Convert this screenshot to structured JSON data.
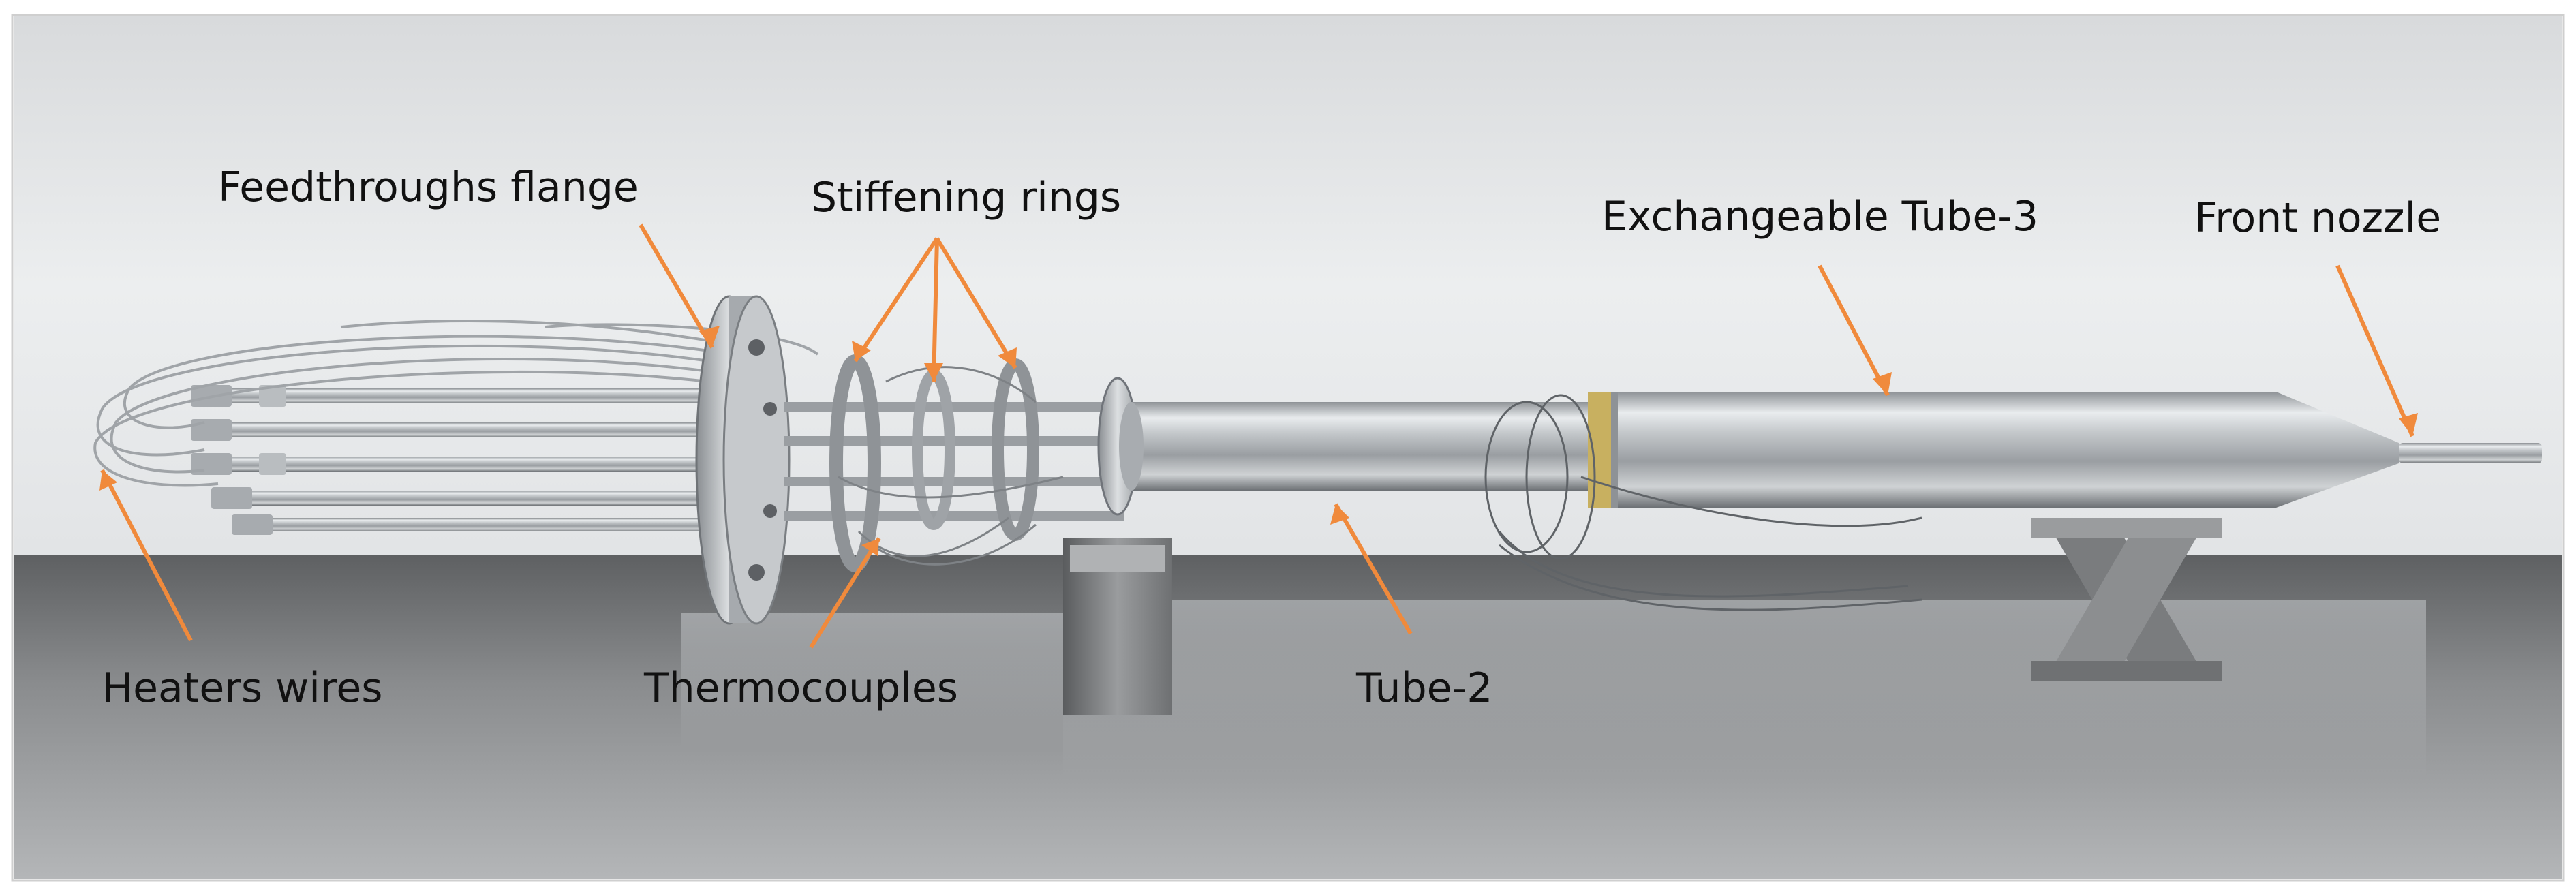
{
  "colors": {
    "leader_line": "#f08a3c",
    "wall": "#e4e6e8",
    "floor": "#7a7c7e",
    "steel": "#b8bcc0"
  },
  "labels": {
    "feedthroughs_flange": "Feedthroughs flange",
    "stiffening_rings": "Stiffening rings",
    "exchangeable_tube_3": "Exchangeable Tube-3",
    "front_nozzle": "Front nozzle",
    "heaters_wires": "Heaters wires",
    "thermocouples": "Thermocouples",
    "tube_2": "Tube-2"
  }
}
